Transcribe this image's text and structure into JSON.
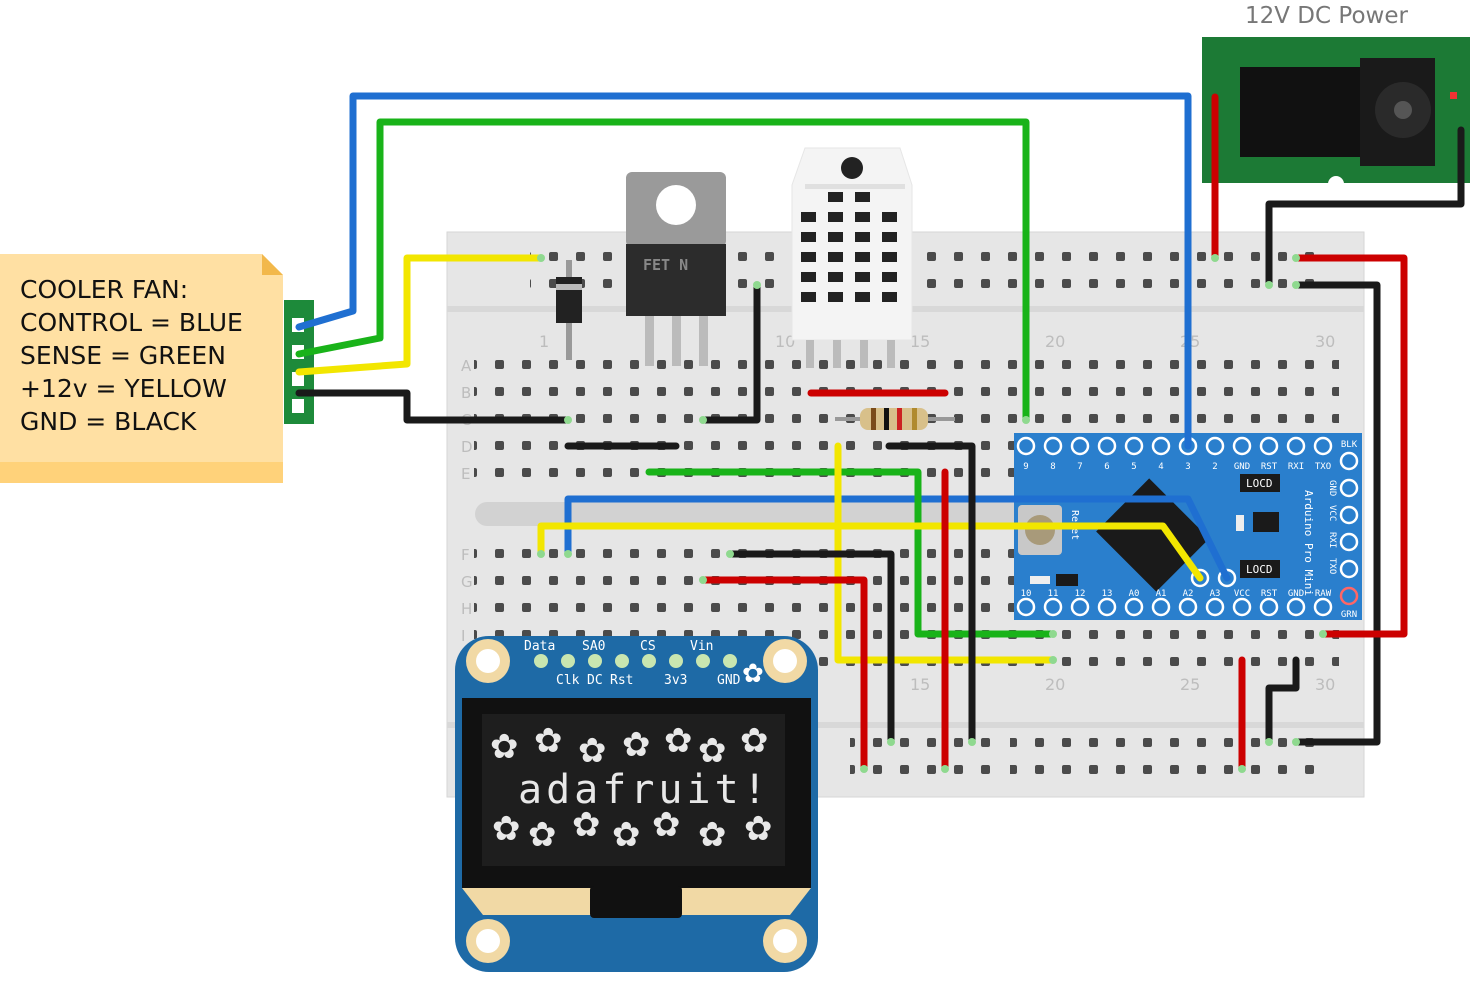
{
  "power": {
    "label": "12V DC Power"
  },
  "note": {
    "lines": [
      "COOLER FAN:",
      "CONTROL = BLUE",
      "SENSE = GREEN",
      "+12v = YELLOW",
      "GND = BLACK"
    ]
  },
  "mosfet": {
    "label": "FET N"
  },
  "breadboard": {
    "col_labels_top": [
      "1",
      "10",
      "15",
      "20",
      "25",
      "30"
    ],
    "col_labels_bottom": [
      "15",
      "20",
      "25",
      "30"
    ],
    "row_labels_top": [
      "A",
      "B",
      "C",
      "D",
      "E"
    ],
    "row_labels_bottom": [
      "F",
      "G",
      "H",
      "I"
    ]
  },
  "arduino": {
    "title": "Arduino Pro Mini",
    "chip1": "LOCD",
    "chip2": "LOCD",
    "reset": "Reset",
    "top_pins": [
      "9",
      "8",
      "7",
      "6",
      "5",
      "4",
      "3",
      "2",
      "GND",
      "RST",
      "RXI",
      "TXO"
    ],
    "bottom_pins": [
      "10",
      "11",
      "12",
      "13",
      "A0",
      "A1",
      "A2",
      "A3",
      "VCC",
      "RST",
      "GND",
      "RAW"
    ],
    "right_labels": [
      "BLK",
      "GND",
      "VCC",
      "RXI",
      "TXO",
      "GRN"
    ]
  },
  "oled": {
    "pins_top": [
      "Data",
      "SA0",
      "CS",
      "Vin"
    ],
    "pins_bottom": [
      "Clk",
      "DC",
      "Rst",
      "3v3",
      "GND"
    ],
    "brand": "adafruit!"
  },
  "colors": {
    "blue": "#1f6fd1",
    "green": "#19b319",
    "yellow": "#f2e600",
    "red": "#cc0000",
    "black": "#1a1a1a"
  }
}
